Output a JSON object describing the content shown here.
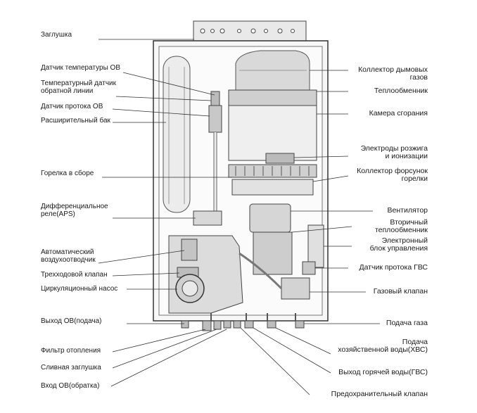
{
  "labels_left": [
    "Заглушка",
    "Датчик температуры ОВ",
    "Температурный датчик\nобратной линии",
    "Датчик протока ОВ",
    "Расширительный бак",
    "Горелка в сборе",
    "Дифференциальное\nреле(APS)",
    "Автоматический\nвоздухоотводчик",
    "Трехходовой клапан",
    "Циркуляционный насос",
    "Выход ОВ(подача)",
    "Фильтр отопления",
    "Сливная заглушка",
    "Вход ОВ(обратка)"
  ],
  "labels_right": [
    "Коллектор дымовых\nгазов",
    "Теплообменник",
    "Камера сгорания",
    "Электроды розжига\nи ионизации",
    "Коллектор форсунок\nгорелки",
    "Вентилятор",
    "Вторичный\nтеплообменник",
    "Электронный\nблок управления",
    "Датчик протока ГВС",
    "Газовый клапан",
    "Подача газа",
    "Подача\nхозяйственной воды(ХВС)",
    "Выход горячей воды(ГВС)",
    "Предохранительный клапан"
  ]
}
